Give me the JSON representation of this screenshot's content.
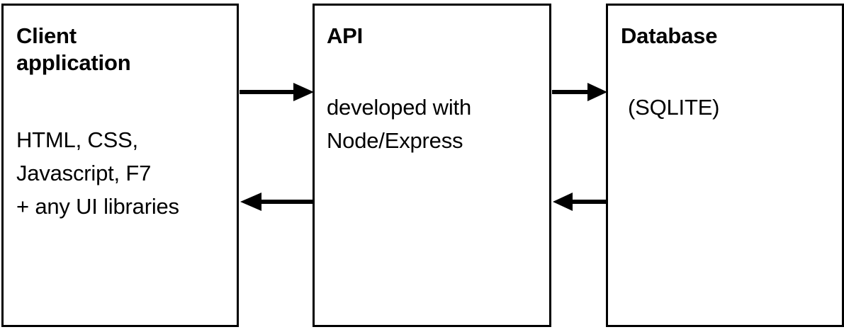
{
  "diagram": {
    "title": "Client application / API / Database architecture diagram",
    "background_color": "#ffffff",
    "stroke_color": "#000000",
    "text_color": "#000000"
  },
  "nodes": [
    {
      "id": "client",
      "title": "Client\napplication",
      "body": "HTML, CSS,\nJavascript, F7\n+ any UI libraries"
    },
    {
      "id": "api",
      "title": "API",
      "body": "developed with\nNode/Express"
    },
    {
      "id": "database",
      "title": "Database",
      "body": "(SQLITE)"
    }
  ],
  "arrows": [
    {
      "id": "client-to-api",
      "direction": "right",
      "from": "client",
      "to": "api"
    },
    {
      "id": "api-to-client",
      "direction": "left",
      "from": "api",
      "to": "client"
    },
    {
      "id": "api-to-database",
      "direction": "right",
      "from": "api",
      "to": "database"
    },
    {
      "id": "database-to-api",
      "direction": "left",
      "from": "database",
      "to": "api"
    }
  ]
}
